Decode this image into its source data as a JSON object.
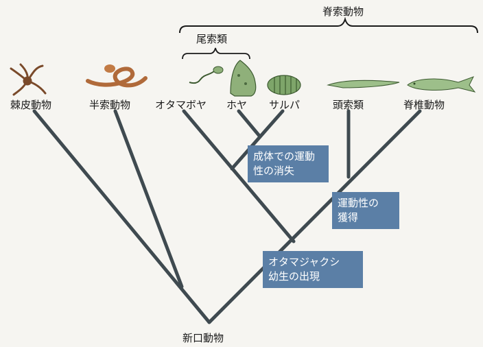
{
  "taxa": {
    "echinoderm": "棘皮動物",
    "hemichordate": "半索動物",
    "larvacean": "オタマボヤ",
    "ascidian": "ホヤ",
    "salp": "サルパ",
    "cephalochordate": "頭索類",
    "vertebrate": "脊椎動物"
  },
  "groups": {
    "chordates": "脊索動物",
    "urochordates": "尾索類"
  },
  "root": "新口動物",
  "events": {
    "loss_motility": [
      "成体での運動",
      "性の消失"
    ],
    "gain_motility": [
      "運動性の",
      "獲得"
    ],
    "tadpole_larva": [
      "オタマジャクシ",
      "幼生の出現"
    ]
  },
  "colors": {
    "branch": "#3f4a50",
    "event_box": "#5b7fa6",
    "echinoderm": "#7a4a2a",
    "hemichordate": "#b06a3a",
    "tunicate": "#8fb07a",
    "fish": "#9dbf8a"
  }
}
